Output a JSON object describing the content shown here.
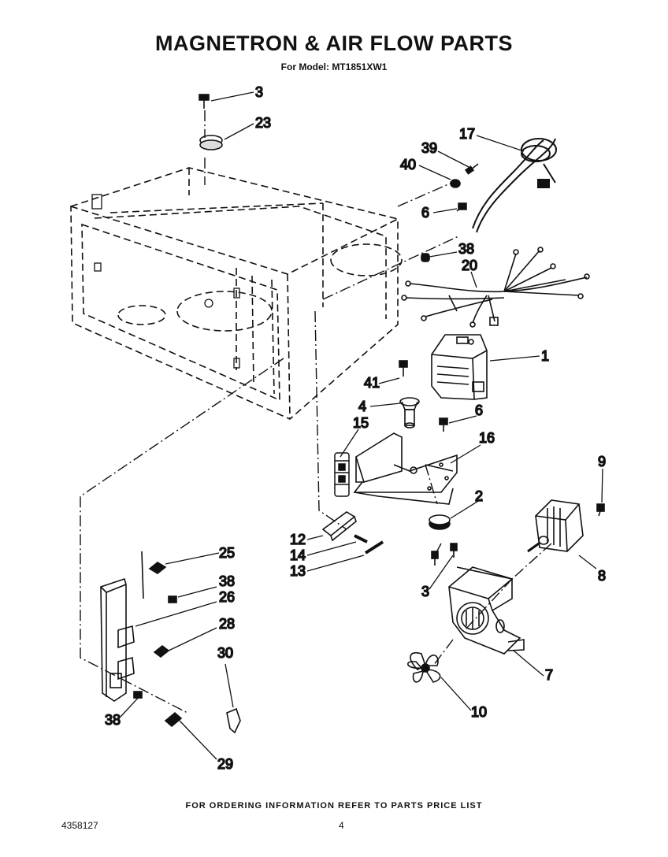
{
  "header": {
    "title": "MAGNETRON & AIR FLOW PARTS",
    "subtitle": "For Model: MT1851XW1"
  },
  "callouts": [
    "3",
    "23",
    "17",
    "39",
    "40",
    "6",
    "38",
    "20",
    "1",
    "41",
    "4",
    "6",
    "15",
    "16",
    "9",
    "2",
    "12",
    "14",
    "13",
    "3",
    "8",
    "25",
    "38",
    "26",
    "28",
    "30",
    "7",
    "10",
    "38",
    "29"
  ],
  "footer": {
    "note": "FOR ORDERING INFORMATION REFER TO PARTS PRICE LIST",
    "part_number": "4358127",
    "page_number": "4"
  }
}
